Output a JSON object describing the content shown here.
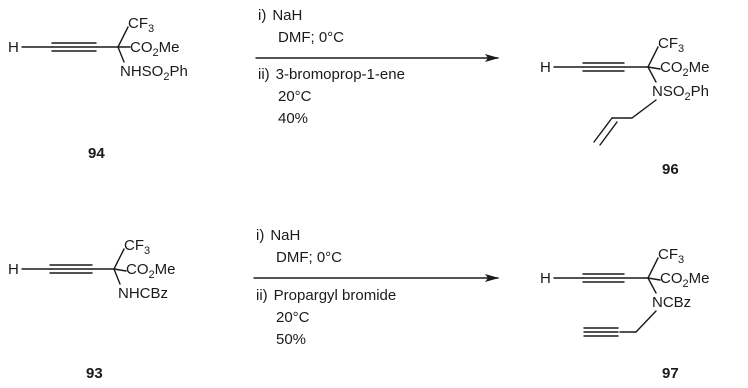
{
  "reaction_1": {
    "reactant": {
      "h": "H",
      "cf3": "CF",
      "cf3_sub": "3",
      "ester_a": "CO",
      "ester_sub": "2",
      "ester_b": "Me",
      "amine_a": "NHSO",
      "amine_sub": "2",
      "amine_b": "Ph",
      "label": "94"
    },
    "conditions": {
      "step1_marker": "i)",
      "step1_reagent": "NaH",
      "step1_line2": "DMF; 0°C",
      "step2_marker": "ii)",
      "step2_reagent": "3-bromoprop-1-ene",
      "step2_temp": "20°C",
      "step2_yield": "40%"
    },
    "product": {
      "h": "H",
      "cf3": "CF",
      "cf3_sub": "3",
      "ester_a": "CO",
      "ester_sub": "2",
      "ester_b": "Me",
      "amine_a": "NSO",
      "amine_sub": "2",
      "amine_b": "Ph",
      "label": "96"
    }
  },
  "reaction_2": {
    "reactant": {
      "h": "H",
      "cf3": "CF",
      "cf3_sub": "3",
      "ester_a": "CO",
      "ester_sub": "2",
      "ester_b": "Me",
      "amine": "NHCBz",
      "label": "93"
    },
    "conditions": {
      "step1_marker": "i)",
      "step1_reagent": "NaH",
      "step1_line2": "DMF; 0°C",
      "step2_marker": "ii)",
      "step2_reagent": "Propargyl bromide",
      "step2_temp": "20°C",
      "step2_yield": "50%"
    },
    "product": {
      "h": "H",
      "cf3": "CF",
      "cf3_sub": "3",
      "ester_a": "CO",
      "ester_sub": "2",
      "ester_b": "Me",
      "amine": "NCBz",
      "label": "97"
    }
  }
}
